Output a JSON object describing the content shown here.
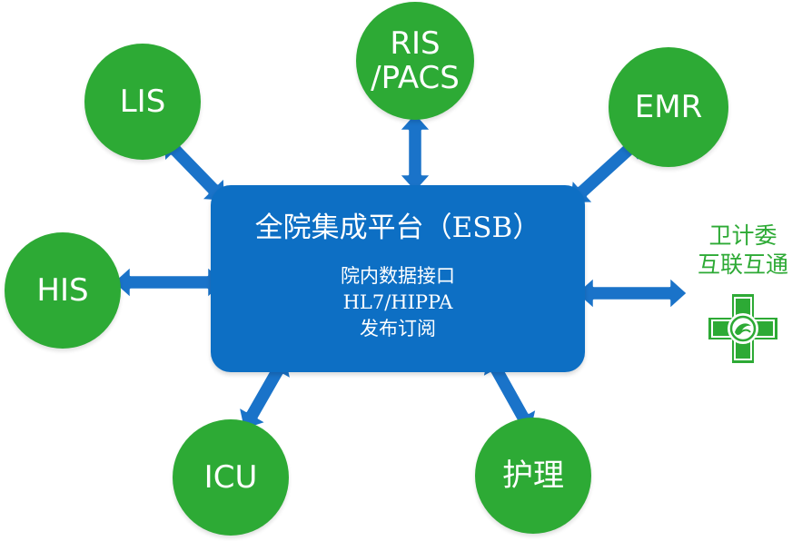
{
  "hub": {
    "title": "全院集成平台（ESB）",
    "lines": [
      "院内数据接口",
      "HL7/HIPPA",
      "发布订阅"
    ]
  },
  "nodes": {
    "lis": "LIS",
    "ris": "RIS\n/PACS",
    "emr": "EMR",
    "his": "HIS",
    "icu": "ICU",
    "nursing": "护理"
  },
  "external": {
    "line1": "卫计委",
    "line2": "互联互通",
    "logo_icon": "health-commission-emblem-icon"
  },
  "colors": {
    "node_green": "#2daa35",
    "hub_blue": "#0d6fc4",
    "arrow_blue": "#1a73c9"
  }
}
